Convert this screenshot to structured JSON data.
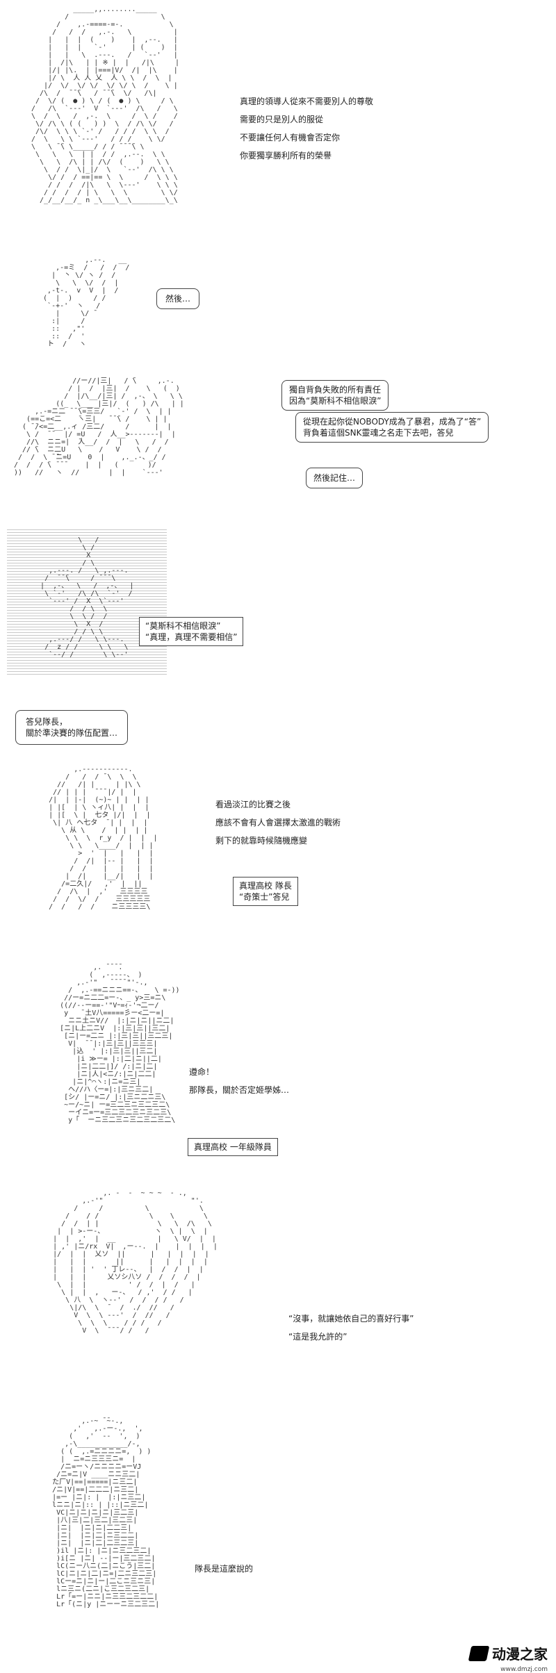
{
  "panel1": {
    "lines": [
      "真理的領導人從來不需要別人的尊敬",
      "需要的只是別人的服從",
      "不要讓任何人有機會否定你",
      "你要獨享勝利所有的榮譽"
    ]
  },
  "panel2": {
    "bubble": "然後…"
  },
  "panel3": {
    "bubble1_line1": "獨自背負失敗的所有責任",
    "bubble1_line2": "因為“莫斯科不相信眼淚”",
    "bubble2_line1": "從現在起你從NOBODY成為了暴君，成為了“答”",
    "bubble2_line2": "背負着這個SNK靈魂之名走下去吧，答兒",
    "bubble3": "然後記住…"
  },
  "panel4": {
    "line1": "“莫斯科不相信眼淚”",
    "line2": "“真理，真理不需要相信”"
  },
  "panel5": {
    "line1": "答兒隊長，",
    "line2": "關於準決賽的隊伍配置…"
  },
  "panel6": {
    "lines": [
      "看過淡江的比賽之後",
      "應該不會有人會選擇太激進的戰術",
      "剩下的就靠時候隨機應變"
    ],
    "caption_line1": "真理高校 隊長",
    "caption_line2": "“奇策士”答兒"
  },
  "panel7": {
    "lines": [
      "遵命！",
      "那隊長，關於否定姬學姊…"
    ],
    "caption": "真理高校 一年級隊員"
  },
  "panel8": {
    "lines": [
      "“沒事，就讓她依自己的喜好行事”",
      "“這是我允許的”"
    ]
  },
  "panel9": {
    "line": "隊長是這麼說的"
  },
  "watermark": {
    "name": "动漫之家",
    "url": "www.dmzj.com"
  }
}
